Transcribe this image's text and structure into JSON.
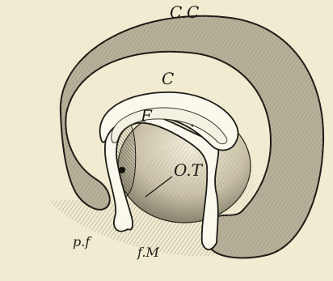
{
  "figure": {
    "labels": {
      "cc": "C.C",
      "c": "C",
      "f": "F",
      "ot": "O.T",
      "pf": "p.f",
      "fm": "f.M"
    }
  }
}
